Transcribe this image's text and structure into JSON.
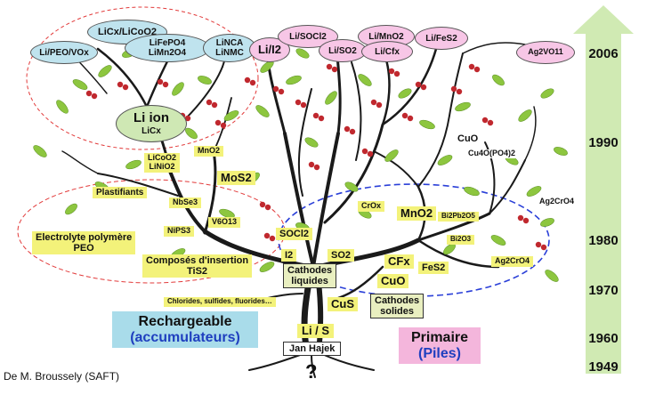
{
  "top_ovals": {
    "li_peo_vox": "Li/PEO/VOx",
    "licx_licoo2": "LiCx/LiCoO2",
    "lifepo4": "LiFePO4",
    "limn2o4": "LiMn2O4",
    "linca": "LiNCA",
    "linmc": "LiNMC",
    "li_i2": "Li/I2",
    "li_socl2": "Li/SOCl2",
    "li_so2": "Li/SO2",
    "li_mno2": "Li/MnO2",
    "li_cfx": "Li/Cfx",
    "li_fes2": "Li/FeS2",
    "ag2vo": "Ag2VO11"
  },
  "liion": {
    "line1": "Li ion",
    "line2": "LiCx"
  },
  "rechargeable": {
    "licoo2": "LiCoO2",
    "linio2": "LiNiO2",
    "mno2_small": "MnO2",
    "mos2": "MoS2",
    "plastifiants": "Plastifiants",
    "nbse3": "NbSe3",
    "nips3": "NiPS3",
    "v6o13": "V6O13",
    "electrolyte_1": "Electrolyte polymère",
    "electrolyte_2": "PEO",
    "composes_1": "Composés d'insertion",
    "composes_2": "TiS2",
    "chlorides": "Chlorides, sulfides, fluorides…"
  },
  "primary": {
    "socl2": "SOCl2",
    "i2": "I2",
    "so2": "SO2",
    "cathodes_liquides_1": "Cathodes",
    "cathodes_liquides_2": "liquides",
    "crox": "CrOx",
    "mno2_big": "MnO2",
    "bi2pb2o5": "Bi2Pb2O5",
    "bi2o3": "Bi2O3",
    "cfx": "CFx",
    "fes2": "FeS2",
    "cuo_bottom": "CuO",
    "cathodes_solides_1": "Cathodes",
    "cathodes_solides_2": "solides",
    "cus": "CuS",
    "cuo_top": "CuO",
    "cu4o": "Cu4O(PO4)2",
    "ag2cro4_right": "Ag2CrO4",
    "ag2cro4_low": "Ag2CrO4"
  },
  "trunk": {
    "li_s": "Li / S",
    "jan_hajek": "Jan Hajek",
    "question": "?"
  },
  "legend": {
    "rechargeable_1": "Rechargeable",
    "rechargeable_2": "(accumulateurs)",
    "primaire_1": "Primaire",
    "primaire_2": "(Piles)"
  },
  "credit": "De M. Broussely (SAFT)",
  "timeline": {
    "years": [
      "2006",
      "1990",
      "1980",
      "1970",
      "1960",
      "1949"
    ],
    "arrow_color": "#c8e6a6"
  },
  "colors": {
    "label_yellow": "#f3f27a",
    "oval_pink": "#f7c6e6",
    "oval_blue": "#bfe3ee",
    "liion_green": "#cfe8b4",
    "rechargeable_bg": "#a9dcea",
    "rechargeable_text": "#1f3fbf",
    "primaire_bg": "#f4b6dc",
    "primaire_text": "#1f3fbf",
    "branch": "#1a1a1a",
    "leaf": "#8dc63f",
    "cherry": "#c0282e"
  }
}
